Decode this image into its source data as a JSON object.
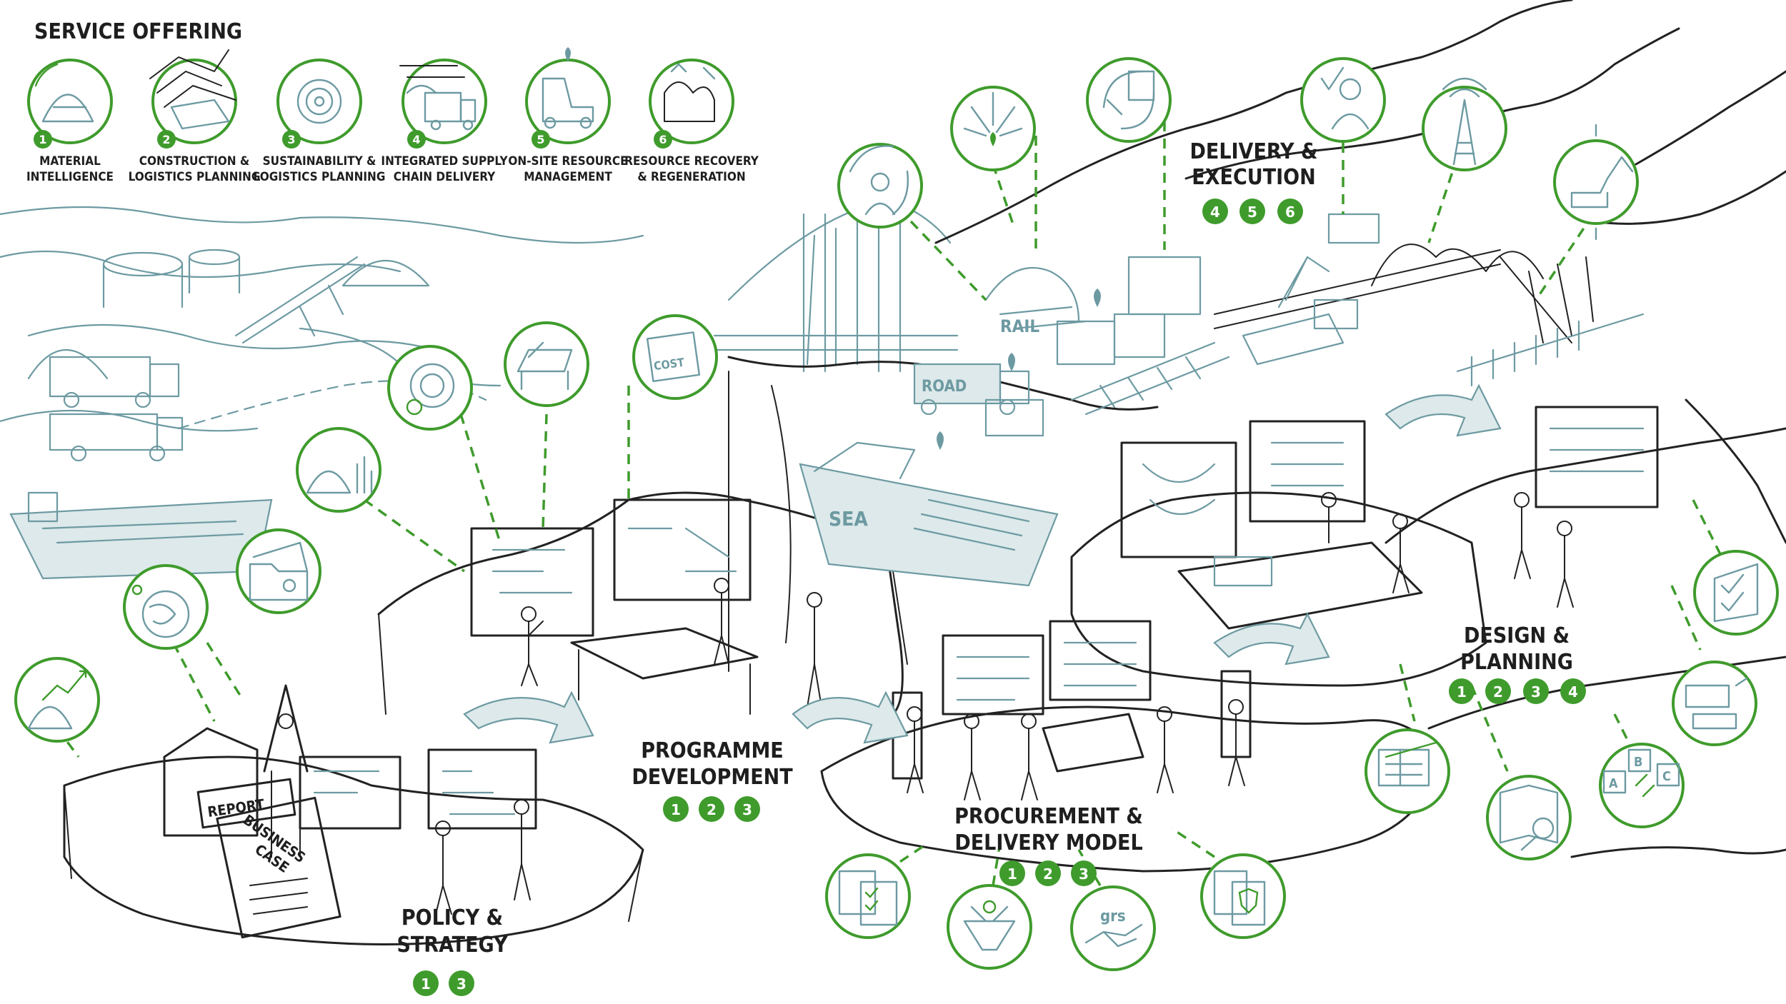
{
  "header": {
    "title": "SERVICE OFFERING"
  },
  "services": [
    {
      "number": "1",
      "line1": "MATERIAL",
      "line2": "INTELLIGENCE"
    },
    {
      "number": "2",
      "line1": "CONSTRUCTION &",
      "line2": "LOGISTICS PLANNING"
    },
    {
      "number": "3",
      "line1": "SUSTAINABILITY &",
      "line2": "LOGISTICS PLANNING"
    },
    {
      "number": "4",
      "line1": "INTEGRATED SUPPLY",
      "line2": "CHAIN DELIVERY"
    },
    {
      "number": "5",
      "line1": "ON-SITE RESOURCE",
      "line2": "MANAGEMENT"
    },
    {
      "number": "6",
      "line1": "RESOURCE RECOVERY",
      "line2": "& REGENERATION"
    }
  ],
  "stages": [
    {
      "line1": "POLICY &",
      "line2": "STRATEGY",
      "badges": [
        "1",
        "3"
      ]
    },
    {
      "line1": "PROGRAMME",
      "line2": "DEVELOPMENT",
      "badges": [
        "1",
        "2",
        "3"
      ]
    },
    {
      "line1": "PROCUREMENT &",
      "line2": "DELIVERY MODEL",
      "badges": [
        "1",
        "2",
        "3"
      ]
    },
    {
      "line1": "DELIVERY &",
      "line2": "EXECUTION",
      "badges": [
        "4",
        "5",
        "6"
      ]
    },
    {
      "line1": "DESIGN &",
      "line2": "PLANNING",
      "badges": [
        "1",
        "2",
        "3",
        "4"
      ]
    }
  ],
  "scene_labels": {
    "rail": "RAIL",
    "road": "ROAD",
    "sea": "SEA",
    "cost": "COST",
    "report": "REPORT",
    "business_case_1": "BUSINESS",
    "business_case_2": "CASE",
    "grs": "grs",
    "blocks": [
      "A",
      "B",
      "C"
    ]
  },
  "colors": {
    "accent_green": "#3f9b2c",
    "sketch_teal": "#6d9aa2",
    "ink": "#1e1e1e"
  }
}
